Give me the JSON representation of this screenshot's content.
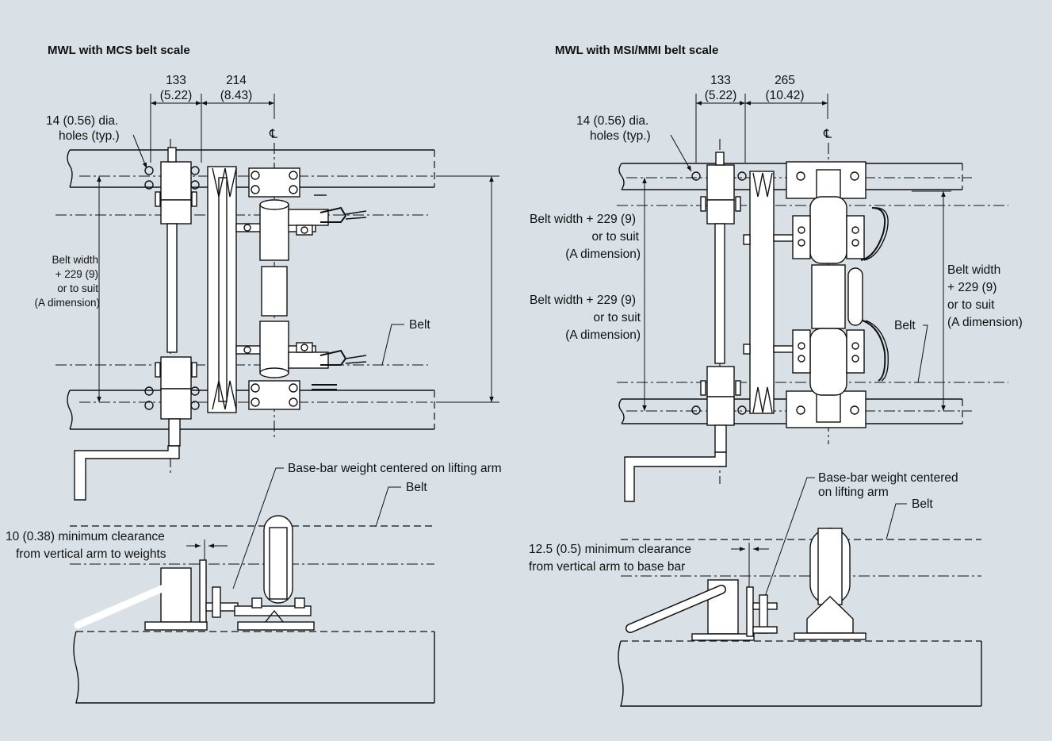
{
  "left": {
    "title": "MWL with MCS belt scale",
    "dim1": {
      "mm": "133",
      "in": "(5.22)"
    },
    "dim2": {
      "mm": "214",
      "in": "(8.43)"
    },
    "holes": [
      "14 (0.56) dia.",
      "holes (typ.)"
    ],
    "cl_symbol": "℄",
    "belt_width": [
      "Belt width",
      "+ 229 (9)",
      "or to suit",
      "(A dimension)"
    ],
    "belt_label": "Belt",
    "belt_label_lower": "Belt",
    "base_bar_note": "Base-bar weight centered on lifting arm",
    "clearance": [
      "10 (0.38) minimum clearance",
      "from vertical arm to weights"
    ]
  },
  "right": {
    "title": "MWL with MSI/MMI belt scale",
    "dim1": {
      "mm": "133",
      "in": "(5.22)"
    },
    "dim2": {
      "mm": "265",
      "in": "(10.42)"
    },
    "holes": [
      "14 (0.56) dia.",
      "holes (typ.)"
    ],
    "cl_symbol": "℄",
    "belt_width_a": [
      "Belt width + 229 (9)",
      "or to suit",
      "(A dimension)"
    ],
    "belt_width_b": [
      "Belt width + 229 (9)",
      "or to suit",
      "(A dimension)"
    ],
    "belt_width_c": [
      "Belt width",
      "+ 229 (9)",
      "or to suit",
      "(A dimension)"
    ],
    "belt_label": "Belt",
    "belt_label_lower": "Belt",
    "base_bar_note": [
      "Base-bar weight centered",
      "on lifting arm"
    ],
    "clearance": [
      "12.5 (0.5) minimum clearance",
      "from vertical arm to base bar"
    ]
  }
}
